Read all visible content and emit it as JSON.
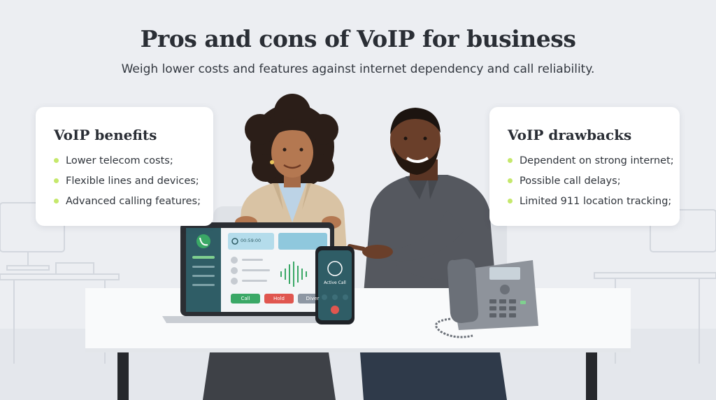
{
  "header": {
    "title": "Pros and cons of VoIP for business",
    "subtitle": "Weigh lower costs and features against internet dependency and call reliability."
  },
  "benefits": {
    "title": "VoIP benefits",
    "items": [
      "Lower telecom costs;",
      "Flexible lines and devices;",
      "Advanced calling features;"
    ]
  },
  "drawbacks": {
    "title": "VoIP drawbacks",
    "items": [
      "Dependent on strong internet;",
      "Possible call delays;",
      "Limited 911 location tracking;"
    ]
  },
  "laptop_app": {
    "timer": "00:59:00",
    "call_label": "Call",
    "hold_label": "Hold",
    "divert_label": "Diver"
  },
  "phone_app": {
    "status": "Active Call"
  },
  "colors": {
    "bullet": "#c5e86c",
    "app_green": "#3aa866",
    "app_red": "#e0564f",
    "app_teal": "#2f5d66",
    "background": "#eceef2"
  }
}
